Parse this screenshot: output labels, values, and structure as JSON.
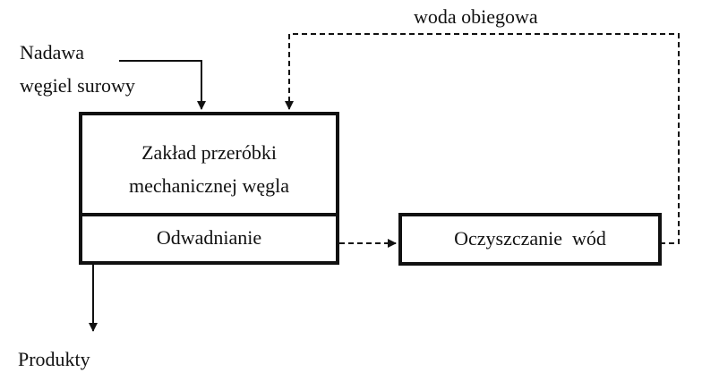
{
  "diagram": {
    "input_label_line1": "Nadawa",
    "input_label_line2": "węgiel surowy",
    "recycle_label": "woda obiegowa",
    "plant_label_line1": "Zakład przeróbki",
    "plant_label_line2": "mechanicznej węgla",
    "dewatering_label": "Odwadnianie",
    "treatment_label": "Oczyszczanie  wód",
    "output_label": "Produkty"
  },
  "colors": {
    "line": "#111111",
    "background": "#ffffff"
  }
}
